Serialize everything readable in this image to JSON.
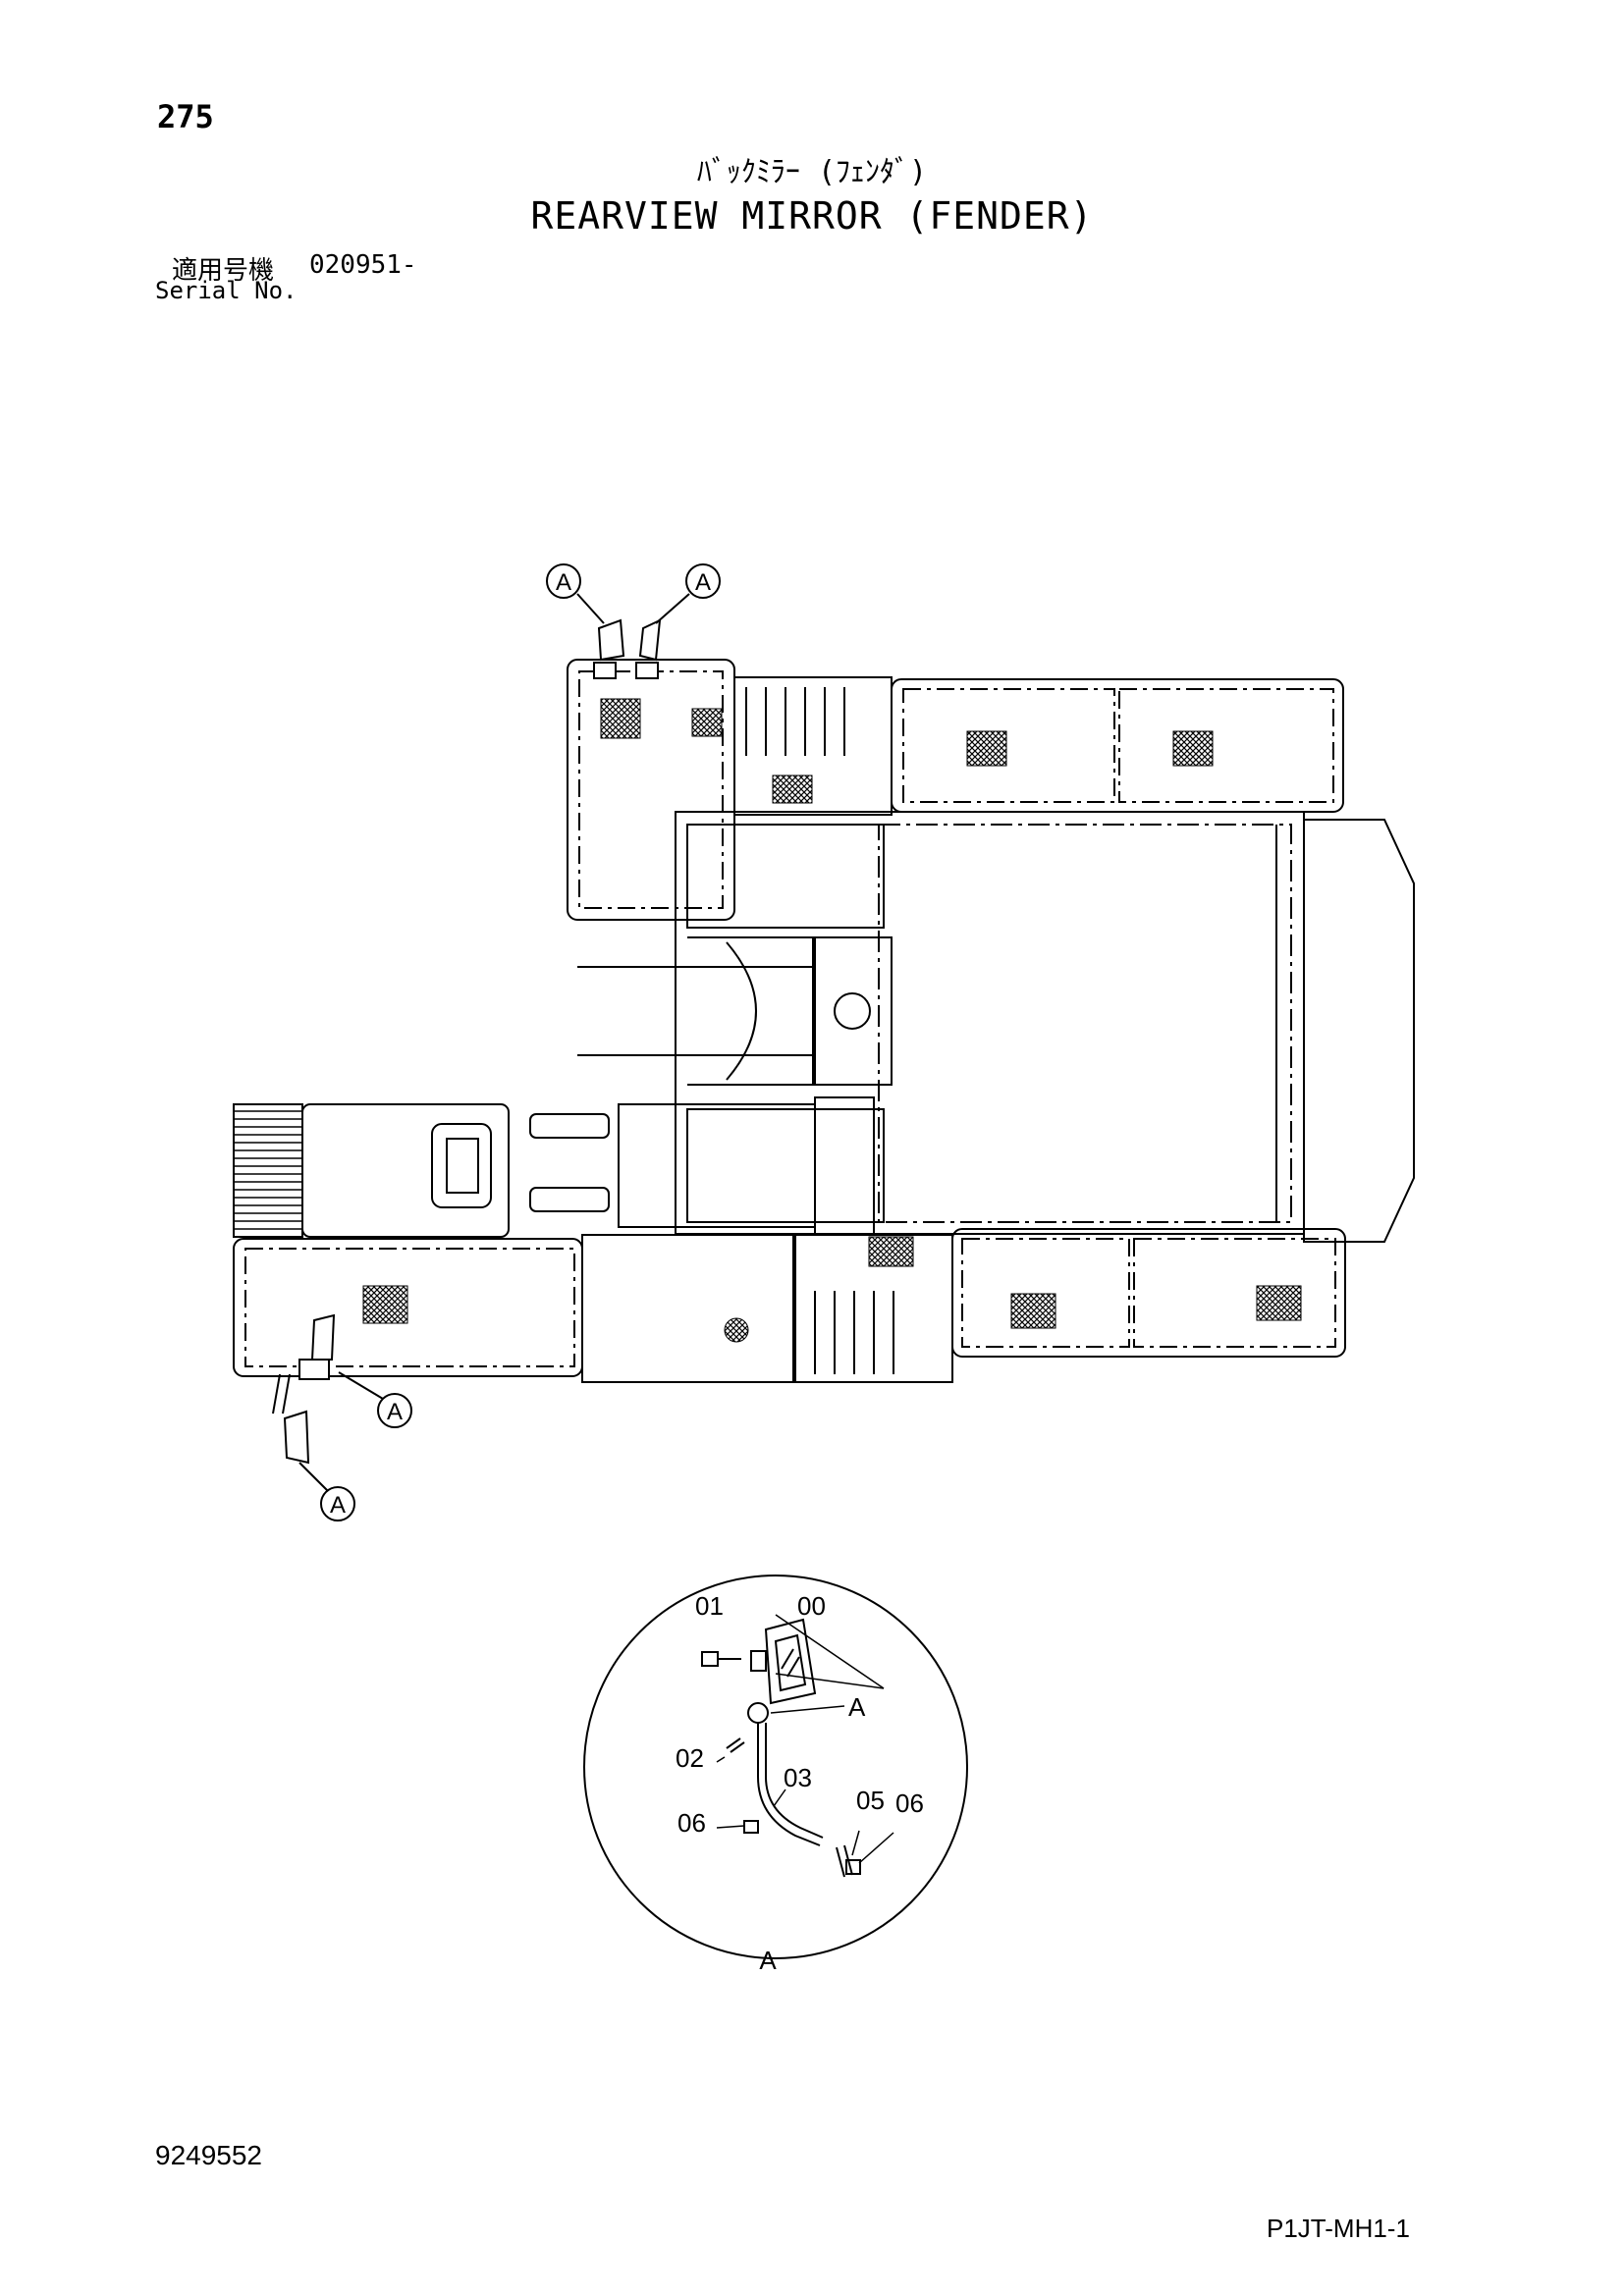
{
  "page": {
    "number": "275",
    "title_jp": "ﾊﾞｯｸﾐﾗｰ (ﾌｪﾝﾀﾞ)",
    "title_en": "REARVIEW MIRROR (FENDER)",
    "serial_label_jp": "適用号機",
    "serial_code": "020951-",
    "serial_label_en": "Serial No.",
    "doc_number": "9249552",
    "sheet_code": "P1JT-MH1-1"
  },
  "diagram": {
    "callout_label": "A",
    "detail_labels": {
      "p01": "01",
      "p00": "00",
      "pA": "A",
      "p02": "02",
      "p03": "03",
      "p06a": "06",
      "p05": "05",
      "p06b": "06",
      "bottom": "A"
    }
  }
}
